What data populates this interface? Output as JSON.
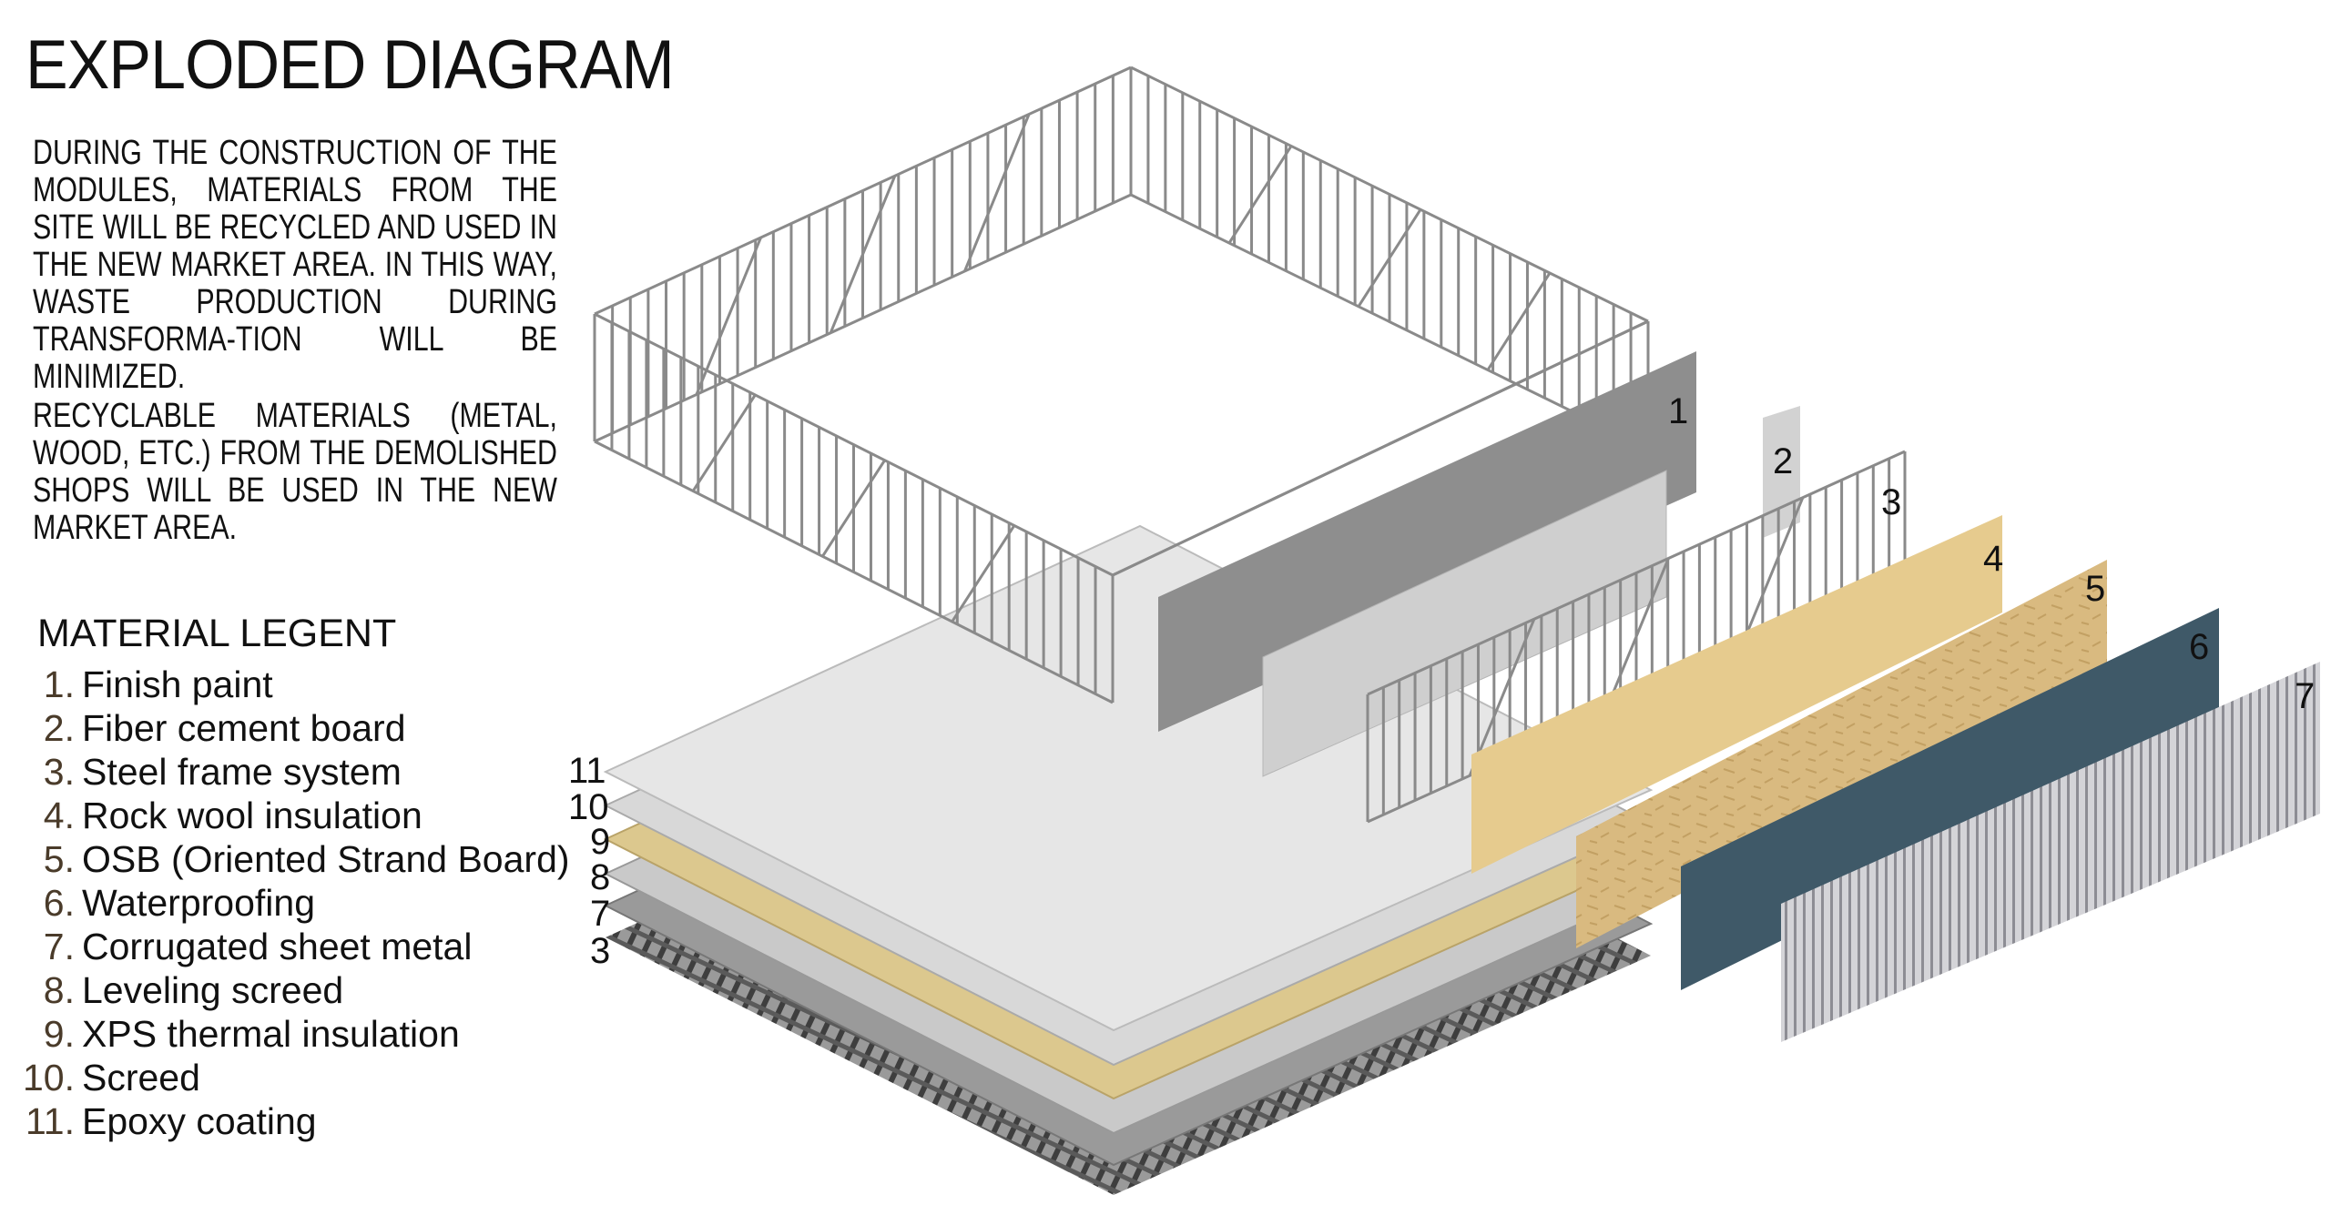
{
  "title": "EXPLODED DIAGRAM",
  "paragraphs": [
    "DURING THE CONSTRUCTION OF THE MODULES, MATERIALS FROM THE SITE WILL BE RECYCLED AND USED IN THE NEW MARKET AREA. IN THIS WAY, WASTE PRODUCTION DURING TRANSFORMA-TION WILL BE MINIMIZED.",
    "RECYCLABLE MATERIALS (METAL, WOOD, ETC.) FROM THE DEMOLISHED SHOPS WILL BE USED IN THE NEW MARKET AREA."
  ],
  "legend": {
    "title": "MATERIAL LEGENT",
    "items": [
      {
        "num": "1.",
        "label": "Finish paint"
      },
      {
        "num": "2.",
        "label": "Fiber cement board"
      },
      {
        "num": "3.",
        "label": "Steel frame system"
      },
      {
        "num": "4.",
        "label": "Rock wool insulation"
      },
      {
        "num": "5.",
        "label": "OSB (Oriented Strand Board)"
      },
      {
        "num": "6.",
        "label": "Waterproofing"
      },
      {
        "num": "7.",
        "label": "Corrugated sheet metal"
      },
      {
        "num": "8.",
        "label": "Leveling screed"
      },
      {
        "num": "9.",
        "label": "XPS thermal insulation"
      },
      {
        "num": "10.",
        "label": "Screed"
      },
      {
        "num": "11.",
        "label": "Epoxy coating"
      }
    ]
  },
  "diagram_labels": {
    "wall": [
      "1",
      "2",
      "3",
      "4",
      "5",
      "6",
      "7"
    ],
    "floor": [
      "11",
      "10",
      "9",
      "8",
      "7",
      "3"
    ]
  },
  "colors": {
    "finish_paint": "#8e8e8e",
    "fiber_cement": "#cfcfcf",
    "rock_wool": "#e6cb8e",
    "osb": "#d9ba80",
    "waterproofing": "#3f5968",
    "xps": "#dcc88e",
    "number_brown": "#4a3b2a"
  }
}
